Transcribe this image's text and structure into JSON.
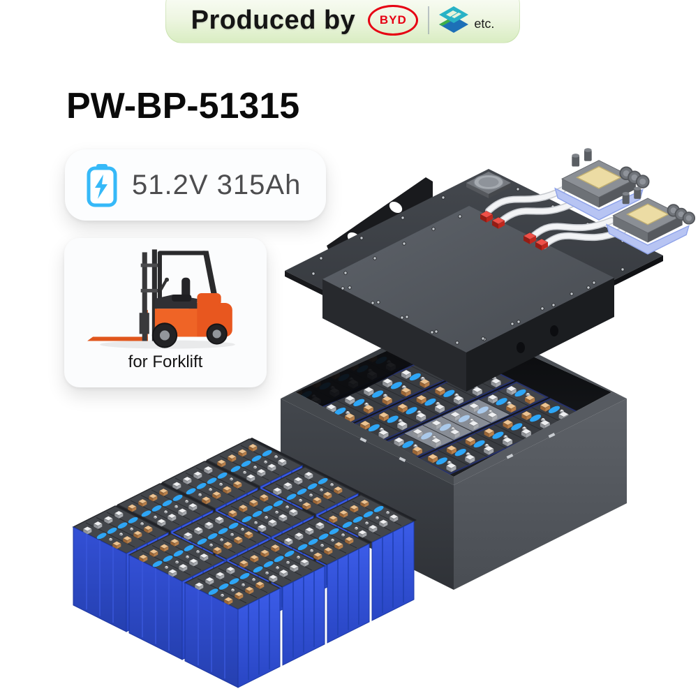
{
  "banner": {
    "produced_by_label": "Produced by",
    "byd_logo_text": "BYD",
    "etc_label": "etc."
  },
  "product": {
    "model": "PW-BP-51315",
    "voltage_capacity": "51.2V 315Ah",
    "application_label": "for Forklift"
  },
  "icons": {
    "battery": "battery-with-lightning-bolt",
    "byd": "byd-red-oval-logo",
    "partner": "stacked-diamonds-logo",
    "forklift": "orange-forklift-illustration"
  },
  "colors": {
    "banner_green": "#d9edc2",
    "accent_blue": "#36b9f8",
    "byd_red": "#e60113",
    "logo_teal": "#29b2c6",
    "logo_blue": "#1d70b7",
    "cell_front_blue": "#2f52d8",
    "orange_top": "#eec492",
    "orange_side": "#b9804b",
    "orange_side2": "#9a6536",
    "silver_top": "#eff0f2",
    "silver_side": "#a8abb0",
    "silver_side2": "#8f9297",
    "oval_blue": "#2ea6f6",
    "oval_light": "#aac9ea",
    "base_dark": "#393c41",
    "base_light": "#8e949c",
    "seam_navy": "#26316b"
  }
}
